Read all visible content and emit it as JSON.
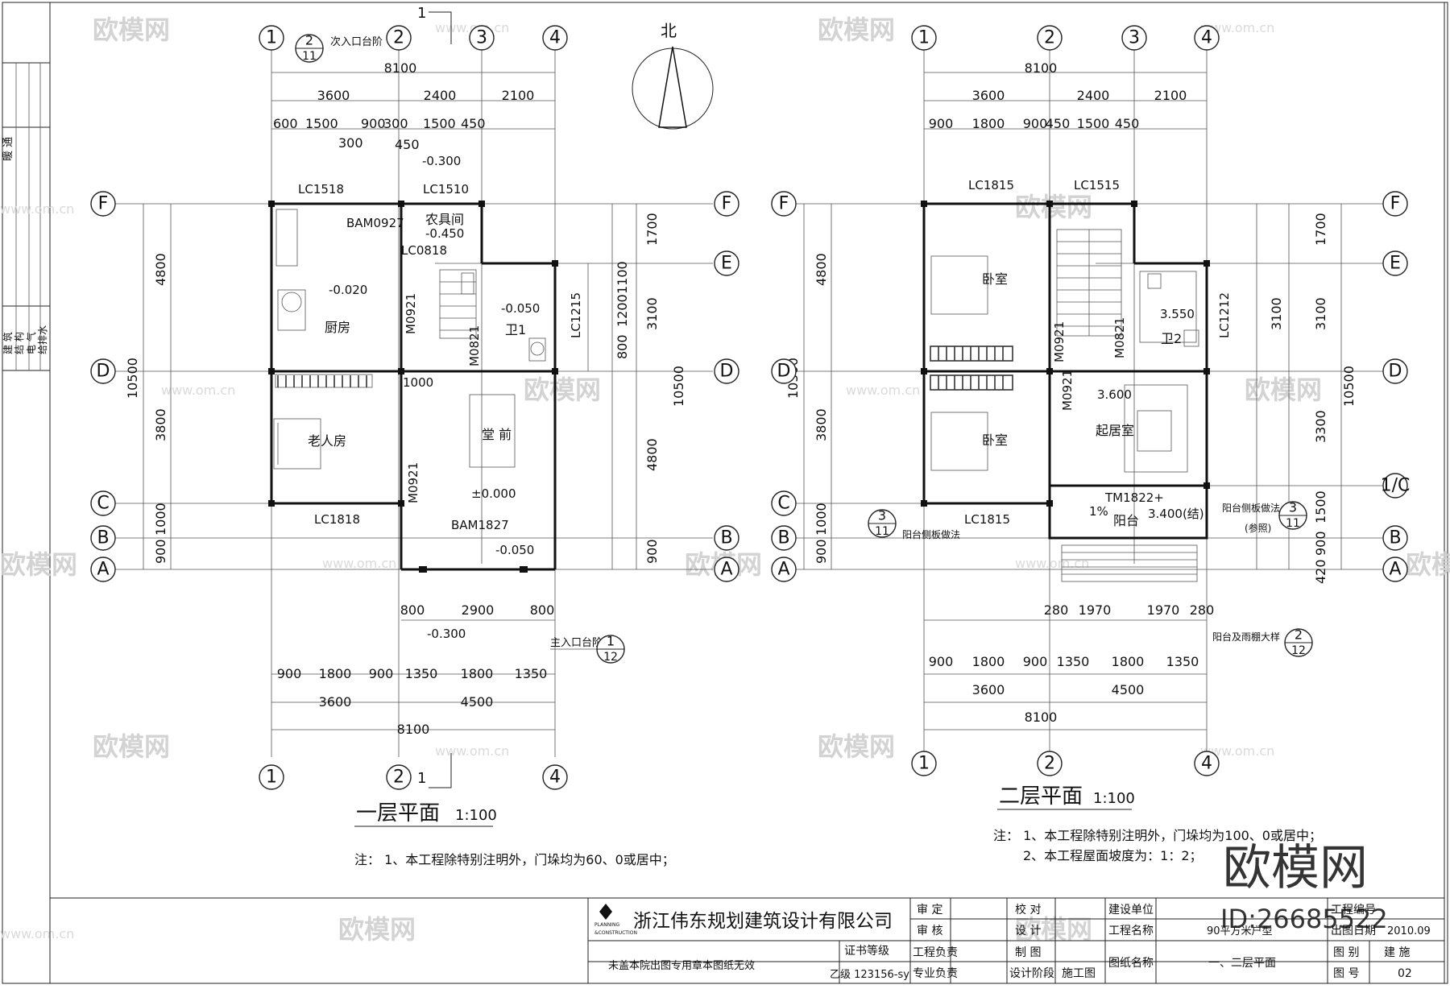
{
  "company": {
    "name": "浙江伟东规划建筑设计有限公司",
    "logo_line1": "PLANNING",
    "logo_line2": "&CONSTRUCTION",
    "stamp_note": "未盖本院出图专用章本图纸无效",
    "cert_label": "证书等级",
    "cert_value": "乙级 123156-sy"
  },
  "title_block": {
    "shending": "审 定",
    "shenhe": "审 核",
    "gongcheng_fuze": "工程负责",
    "zhuanye_fuze": "专业负责",
    "jiaodui": "校 对",
    "sheji": "设 计",
    "zhitu": "制 图",
    "sheji_jieduan": "设计阶段",
    "shigongtu": "施工图",
    "jianshe_danwei": "建设单位",
    "gongcheng_mingcheng": "工程名称",
    "tuzhi_mingcheng": "图纸名称",
    "project_name": "90平方米户型",
    "drawing_name": "一、二层平面",
    "gongcheng_bianhao": "工程编号",
    "chutu_riqi": "出图日期",
    "date": "2010.09",
    "tu_bie": "图 别",
    "tu_bie_value": "建 施",
    "tu_hao": "图 号",
    "tu_hao_value": "02"
  },
  "watermark": {
    "brand": "欧模网",
    "site": "www.om.cn",
    "big": "欧模网",
    "id": "ID:26685522"
  },
  "left_margin": {
    "labels": [
      "暖 通",
      "建 筑",
      "结 构",
      "电 气",
      "给排水"
    ]
  },
  "north": "北",
  "plan1": {
    "title": "一层平面",
    "scale": "1:100",
    "note": "注： 1、本工程除特别注明外，门垛均为60、0或居中；",
    "axes_cols": [
      "1",
      "2",
      "3",
      "4"
    ],
    "axes_rows": [
      "F",
      "E",
      "D",
      "C",
      "B",
      "A"
    ],
    "dims_top": [
      "8100",
      "3600",
      "2400",
      "2100",
      "600",
      "1500",
      "900",
      "300",
      "1500",
      "450",
      "300",
      "450"
    ],
    "dims_bottom": [
      "800",
      "2900",
      "800",
      "900",
      "1800",
      "900",
      "1350",
      "1800",
      "1350",
      "3600",
      "4500",
      "8100"
    ],
    "dims_left": [
      "4800",
      "3800",
      "1000",
      "900",
      "10500"
    ],
    "dims_right": [
      "1700",
      "1100",
      "1200",
      "800",
      "3100",
      "4800",
      "900",
      "10500"
    ],
    "rooms": [
      "厨房",
      "老人房",
      "堂 前",
      "卫1",
      "农具间"
    ],
    "labels": [
      "LC1518",
      "LC1510",
      "BAM0927",
      "LC0818",
      "M0921",
      "M0821",
      "LC1215",
      "LC1818",
      "M0921",
      "BAM1827",
      "1000"
    ],
    "elev": [
      "-0.300",
      "-0.450",
      "-0.020",
      "-0.050",
      "±0.000",
      "-0.050",
      "-0.300"
    ],
    "callouts": [
      "次入口台阶",
      "主入口台阶"
    ],
    "section": "1"
  },
  "plan2": {
    "title": "二层平面",
    "scale": "1:100",
    "note1": "注： 1、本工程除特别注明外，门垛均为100、0或居中；",
    "note2": "2、本工程屋面坡度为：1：2；",
    "axes_cols": [
      "1",
      "2",
      "3",
      "4"
    ],
    "axes_rows": [
      "F",
      "E",
      "D",
      "1/C",
      "B",
      "A",
      "C"
    ],
    "dims_top": [
      "8100",
      "3600",
      "2400",
      "2100",
      "900",
      "1800",
      "900",
      "450",
      "1500",
      "450"
    ],
    "dims_bottom": [
      "280",
      "1970",
      "1970",
      "280",
      "900",
      "1800",
      "900",
      "1350",
      "1800",
      "1350",
      "3600",
      "4500",
      "8100"
    ],
    "dims_left": [
      "4800",
      "3800",
      "1000",
      "900",
      "10500"
    ],
    "dims_right": [
      "1700",
      "3100",
      "3100",
      "3300",
      "1500",
      "420",
      "900",
      "10500"
    ],
    "rooms": [
      "卧室",
      "卧室",
      "起居室",
      "卫2",
      "阳台"
    ],
    "labels": [
      "LC1815",
      "LC1515",
      "LC1815",
      "M0921",
      "M0921",
      "M0821",
      "LC1212",
      "TM1822+"
    ],
    "elev": [
      "3.550",
      "3.600",
      "3.400(结)",
      "1%"
    ],
    "callouts": [
      "阳台侧板做法",
      "阳台侧板做法",
      "(参照)",
      "阳台及雨棚大样"
    ]
  },
  "detail_refs": [
    {
      "top": "2",
      "bottom": "11"
    },
    {
      "top": "1",
      "bottom": "12"
    },
    {
      "top": "3",
      "bottom": "11"
    },
    {
      "top": "3",
      "bottom": "11"
    },
    {
      "top": "2",
      "bottom": "12"
    }
  ]
}
